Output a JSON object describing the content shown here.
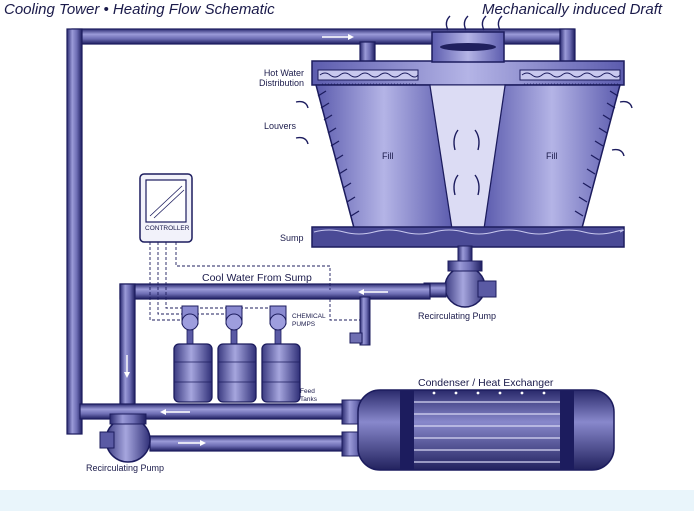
{
  "header": {
    "title_left": "Cooling Tower • Heating Flow Schematic",
    "title_right": "Mechanically induced Draft"
  },
  "labels": {
    "hot_water_distribution": "Hot Water Distribution",
    "louvers": "Louvers",
    "fill_left": "Fill",
    "fill_right": "Fill",
    "sump": "Sump",
    "controller": "CONTROLLER",
    "cool_water_from_sump": "Cool Water From Sump",
    "chemical_pumps": "CHEMICAL PUMPS",
    "feed_tanks": "Feed Tanks",
    "recirculating_pump_right": "Recirculating Pump",
    "recirculating_pump_left": "Recirculating Pump",
    "condenser": "Condenser / Heat Exchanger"
  },
  "colors": {
    "pipe_fill": "#6f6fb2",
    "pipe_dark": "#1c1c5e",
    "tower_fill": "#8a8ad0",
    "background": "#ffffff",
    "bottom_band": "#e9f5fb"
  }
}
